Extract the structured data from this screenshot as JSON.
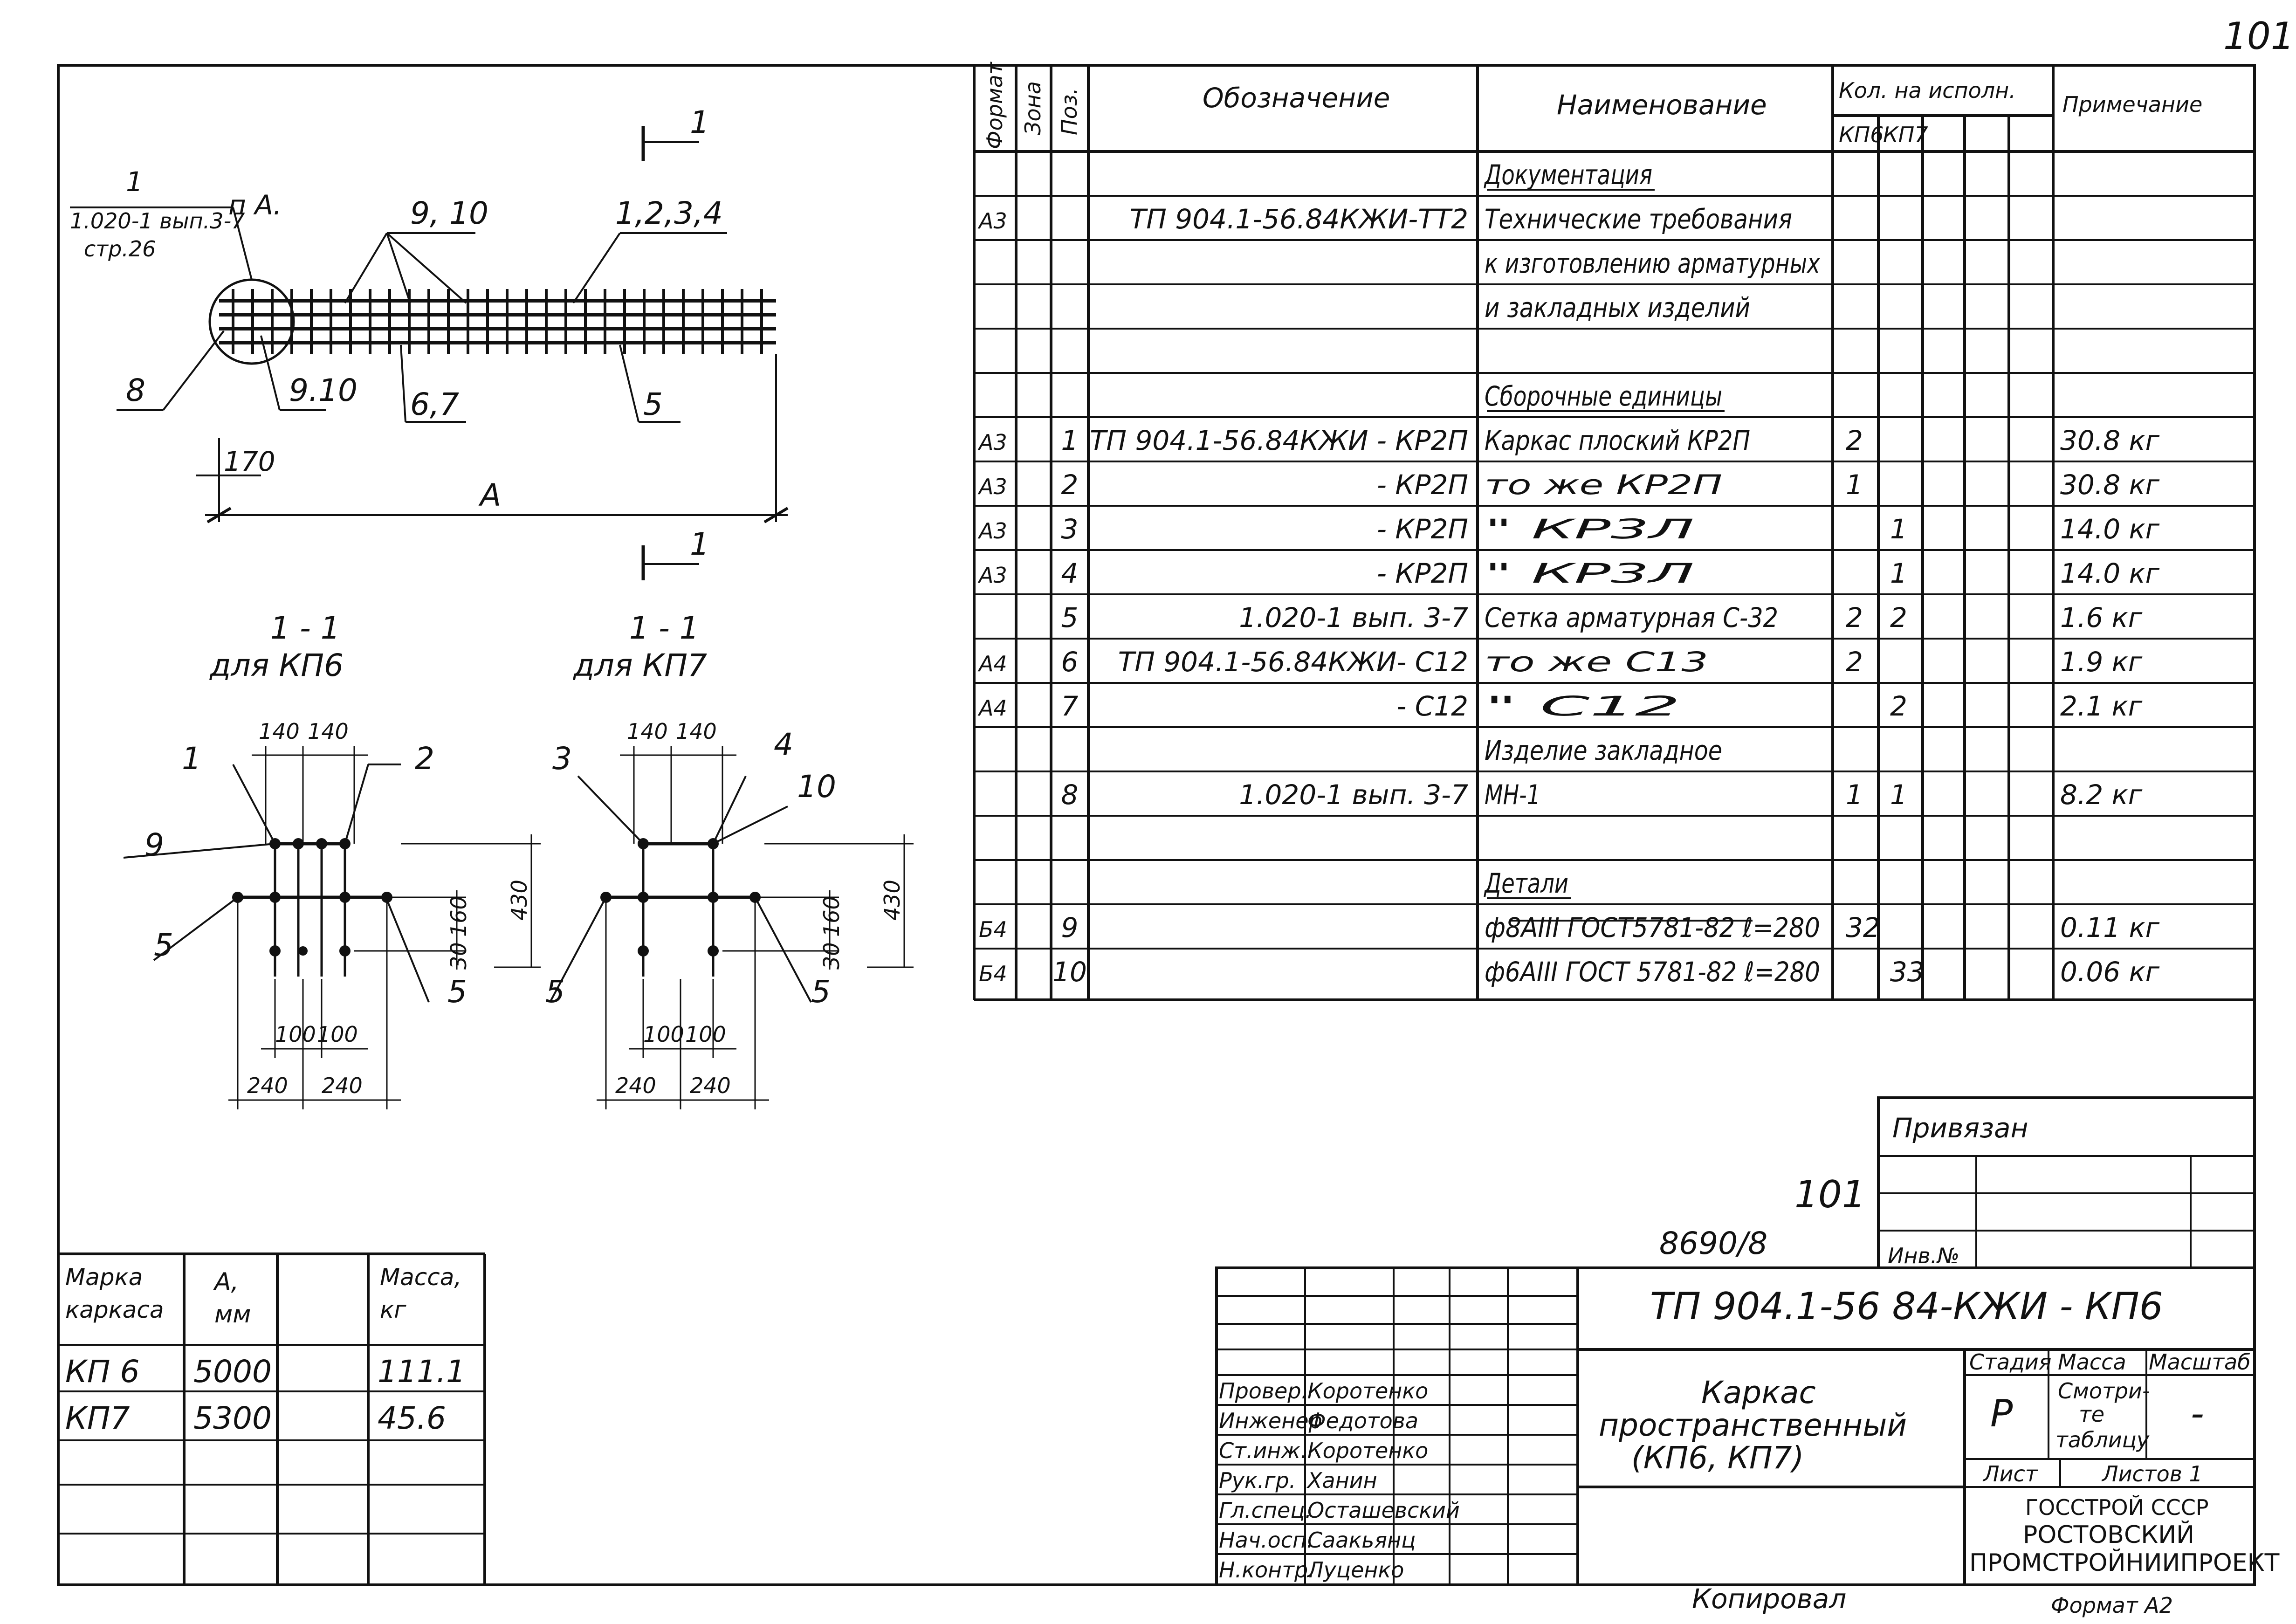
{
  "page_number": "101",
  "spec_table": {
    "headers": {
      "format": "Формат",
      "zone": "Зона",
      "pos": "Поз.",
      "designation": "Обозначение",
      "name": "Наименование",
      "qty": "Кол. на исполн.",
      "qty_kp6": "КП6",
      "qty_kp7": "КП7",
      "note": "Примечание"
    },
    "rows": [
      {
        "format": "",
        "pos": "",
        "designation": "",
        "name": "Документация",
        "kp6": "",
        "kp7": "",
        "note": "",
        "underline": true
      },
      {
        "format": "А3",
        "pos": "",
        "designation": "ТП 904.1-56.84КЖИ-ТТ2",
        "name": "Технические требования",
        "kp6": "",
        "kp7": "",
        "note": ""
      },
      {
        "format": "",
        "pos": "",
        "designation": "",
        "name": "к изготовлению арматурных",
        "kp6": "",
        "kp7": "",
        "note": ""
      },
      {
        "format": "",
        "pos": "",
        "designation": "",
        "name": "и закладных изделий",
        "kp6": "",
        "kp7": "",
        "note": ""
      },
      {
        "format": "",
        "pos": "",
        "designation": "",
        "name": "",
        "kp6": "",
        "kp7": "",
        "note": ""
      },
      {
        "format": "",
        "pos": "",
        "designation": "",
        "name": "Сборочные единицы",
        "kp6": "",
        "kp7": "",
        "note": "",
        "underline": true
      },
      {
        "format": "А3",
        "pos": "1",
        "designation": "ТП 904.1-56.84КЖИ - КР2П",
        "name": "Каркас плоский КР2П",
        "kp6": "2",
        "kp7": "",
        "note": "30.8 кг"
      },
      {
        "format": "А3",
        "pos": "2",
        "designation": "- КР2П",
        "name": "то же        КР2П",
        "kp6": "1",
        "kp7": "",
        "note": "30.8 кг"
      },
      {
        "format": "А3",
        "pos": "3",
        "designation": "- КР2П",
        "name": "\"          КР3Л",
        "kp6": "",
        "kp7": "1",
        "note": "14.0 кг"
      },
      {
        "format": "А3",
        "pos": "4",
        "designation": "- КР2П",
        "name": "\"          КР3Л",
        "kp6": "",
        "kp7": "1",
        "note": "14.0 кг"
      },
      {
        "format": "",
        "pos": "5",
        "designation": "1.020-1   вып. 3-7",
        "name": "Сетка арматурная С-32",
        "kp6": "2",
        "kp7": "2",
        "note": "1.6 кг"
      },
      {
        "format": "А4",
        "pos": "6",
        "designation": "ТП 904.1-56.84КЖИ- С12",
        "name": "то же        С13",
        "kp6": "2",
        "kp7": "",
        "note": "1.9 кг"
      },
      {
        "format": "А4",
        "pos": "7",
        "designation": "- С12",
        "name": "\"          С12",
        "kp6": "",
        "kp7": "2",
        "note": "2.1 кг"
      },
      {
        "format": "",
        "pos": "",
        "designation": "",
        "name": "Изделие закладное",
        "kp6": "",
        "kp7": "",
        "note": ""
      },
      {
        "format": "",
        "pos": "8",
        "designation": "1.020-1   вып. 3-7",
        "name": "МН-1",
        "kp6": "1",
        "kp7": "1",
        "note": "8.2 кг"
      },
      {
        "format": "",
        "pos": "",
        "designation": "",
        "name": "",
        "kp6": "",
        "kp7": "",
        "note": ""
      },
      {
        "format": "",
        "pos": "",
        "designation": "",
        "name": "Детали",
        "kp6": "",
        "kp7": "",
        "note": "",
        "underline": true
      },
      {
        "format": "Б4",
        "pos": "9",
        "designation": "",
        "name": "ф8АIII ГОСТ5781-82 ℓ=280",
        "kp6": "32",
        "kp7": "",
        "note": "0.11 кг"
      },
      {
        "format": "Б4",
        "pos": "10",
        "designation": "",
        "name": "ф6АIII ГОСТ 5781-82 ℓ=280",
        "kp6": "",
        "kp7": "33",
        "note": "0.06 кг"
      }
    ]
  },
  "drawing": {
    "section_mark": "1",
    "node_ref": [
      "1",
      "1.020-1 вып.3-7",
      "стр.26"
    ],
    "node_label": "п А.",
    "callouts": {
      "c910_top": "9, 10",
      "c1234": "1,2,3,4",
      "c8": "8",
      "c910_bot": "9.10",
      "c67": "6,7",
      "c5": "5"
    },
    "dim_170": "170",
    "dim_A": "А",
    "section_left_title": "1 - 1",
    "section_left_sub": "для  КП6",
    "section_right_title": "1 - 1",
    "section_right_sub": "для  КП7",
    "dims": {
      "d140": "140",
      "d430": "430",
      "d30": "30",
      "d160": "160",
      "d100": "100",
      "d240": "240"
    },
    "left_callouts": {
      "c1": "1",
      "c2": "2",
      "c9": "9",
      "c5a": "5",
      "c5b": "5"
    },
    "right_callouts": {
      "c3": "3",
      "c4": "4",
      "c10": "10",
      "c5a": "5",
      "c5b": "5"
    }
  },
  "marks_table": {
    "headers": {
      "mark": "Марка каркаса",
      "a": "А, мм",
      "mass": "Масса, кг"
    },
    "rows": [
      {
        "mark": "КП 6",
        "a": "5000",
        "mass": "111.1"
      },
      {
        "mark": "КП7",
        "a": "5300",
        "mass": "45.6"
      }
    ]
  },
  "binding": {
    "title": "Привязан",
    "inv": "Инв.№"
  },
  "stamp_hand": {
    "sheet": "101",
    "code": "8690/8"
  },
  "title_block": {
    "code": "ТП 904.1-56 84-КЖИ - КП6",
    "title": [
      "Каркас",
      "пространственный",
      "(КП6,  КП7)"
    ],
    "stage_label": "Стадия",
    "mass_label": "Масса",
    "scale_label": "Масштаб",
    "stage": "Р",
    "mass": [
      "Смотри-",
      "те",
      "таблицу"
    ],
    "scale": "-",
    "sheet_label": "Лист",
    "sheets_label": "Листов 1",
    "org": [
      "ГОССТРОЙ СССР",
      "РОСТОВСКИЙ",
      "ПРОМСТРОЙНИИПРОЕКТ"
    ],
    "roles": [
      {
        "role": "Провер.",
        "name": "Коротенко"
      },
      {
        "role": "Инженер",
        "name": "Федотова"
      },
      {
        "role": "Ст.инж.",
        "name": "Коротенко"
      },
      {
        "role": "Рук.гр.",
        "name": "Ханин"
      },
      {
        "role": "Гл.спец.",
        "name": "Осташевский"
      },
      {
        "role": "Нач.осп.",
        "name": "Саакьянц"
      },
      {
        "role": "Н.контр.",
        "name": "Луценко"
      }
    ]
  },
  "footer": {
    "copied": "Копировал",
    "format": "Формат  А2"
  }
}
